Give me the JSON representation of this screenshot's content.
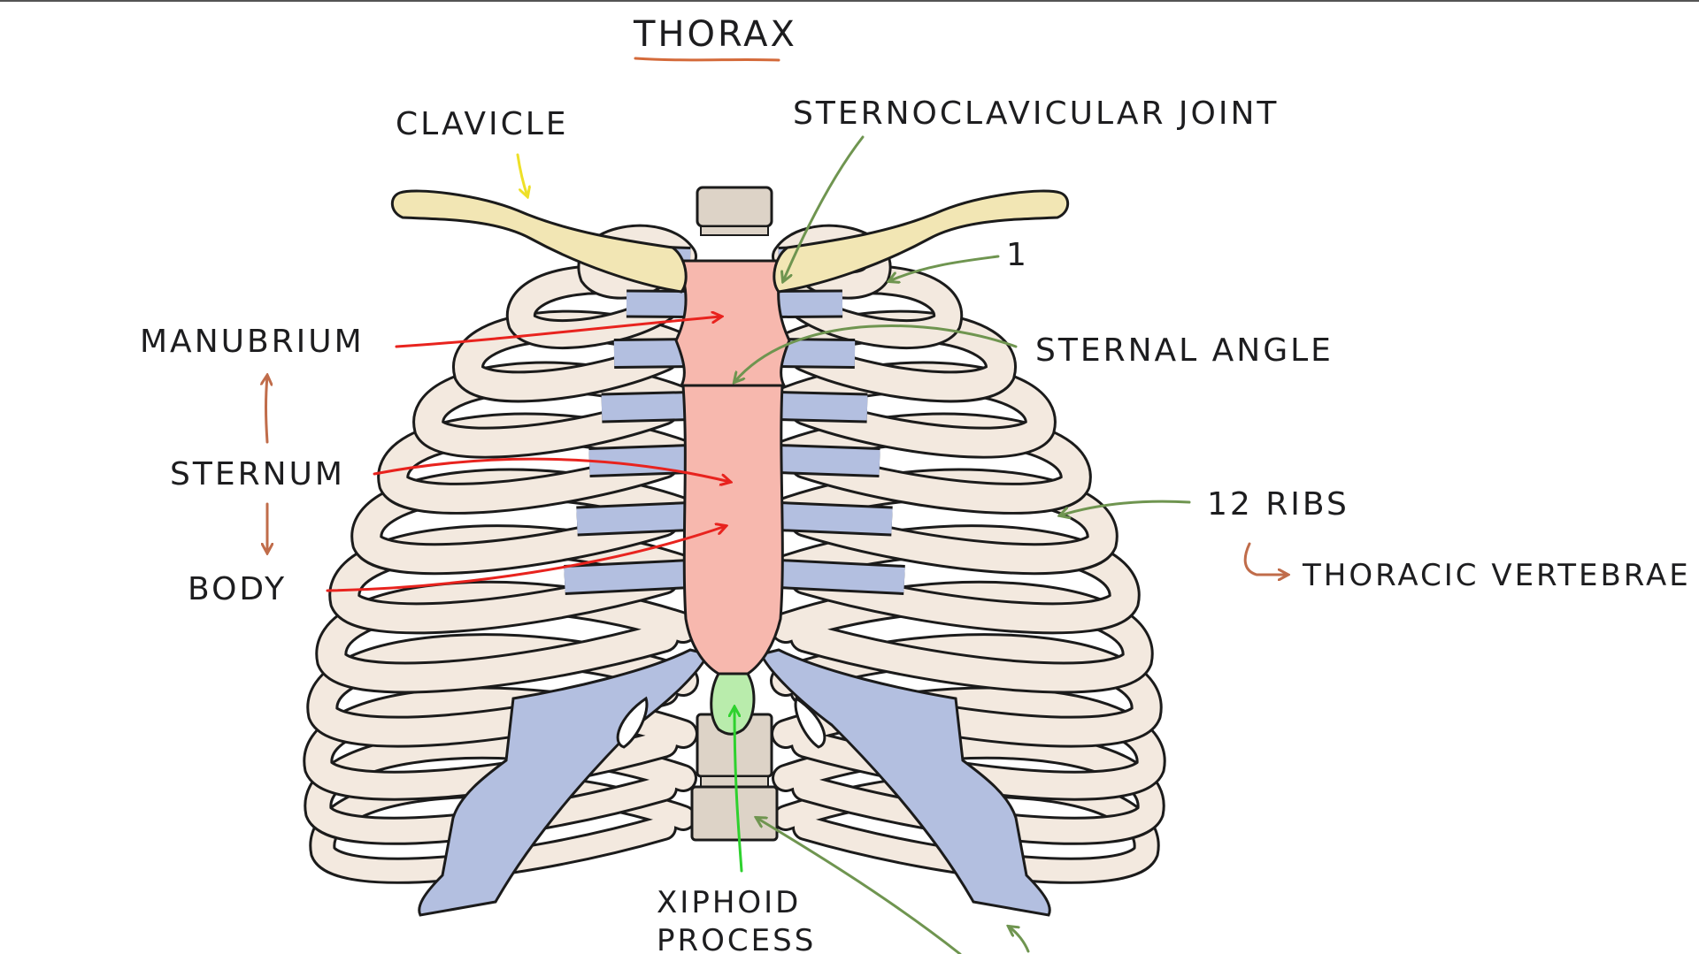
{
  "title": "THORAX",
  "labels": {
    "clavicle": "CLAVICLE",
    "sternoclavicular_joint": "STERNOCLAVICULAR JOINT",
    "rib_one": "1",
    "manubrium": "MANUBRIUM",
    "sternal_angle": "STERNAL ANGLE",
    "sternum": "STERNUM",
    "ribs": "12 RIBS",
    "thoracic_vertebrae": "THORACIC VERTEBRAE",
    "body": "BODY",
    "xiphoid_line1": "XIPHOID",
    "xiphoid_line2": "PROCESS"
  },
  "colors": {
    "bone": "#f3e9df",
    "outline": "#1b1b1b",
    "cartilage": "#b3bfe0",
    "sternum": "#f7b8ae",
    "clavicle": "#f2e6b4",
    "xiphoid": "#b9ecac",
    "vertebra": "#ddd3c7",
    "arrow_red": "#e8231e",
    "arrow_green_dark": "#6f9550",
    "arrow_green_light": "#2ed12e",
    "arrow_yellow": "#eee028",
    "arrow_brown": "#c06c4a",
    "title_underline": "#d46a3a"
  }
}
